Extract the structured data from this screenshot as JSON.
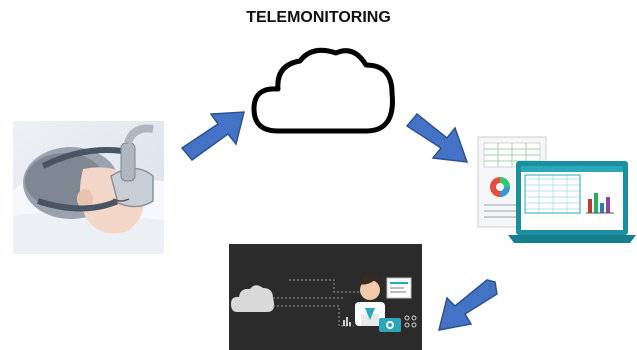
{
  "diagram": {
    "title": "TELEMONITORING",
    "nodes": [
      {
        "id": "patient",
        "icon": "sleeping-patient-cpap-mask-image"
      },
      {
        "id": "cloud",
        "icon": "cloud-icon"
      },
      {
        "id": "reports",
        "icon": "reports-laptop-icon"
      },
      {
        "id": "clinician",
        "icon": "clinician-dashboard-image"
      }
    ],
    "edges": [
      {
        "from": "patient",
        "to": "cloud"
      },
      {
        "from": "cloud",
        "to": "reports"
      },
      {
        "from": "reports",
        "to": "clinician"
      }
    ],
    "colors": {
      "arrow": "#4472c4",
      "arrow_stroke": "#2f528f",
      "panel_dark": "#2b2b2b",
      "laptop_screen": "#1b8fa0",
      "accent_teal": "#2aa7b8"
    }
  }
}
